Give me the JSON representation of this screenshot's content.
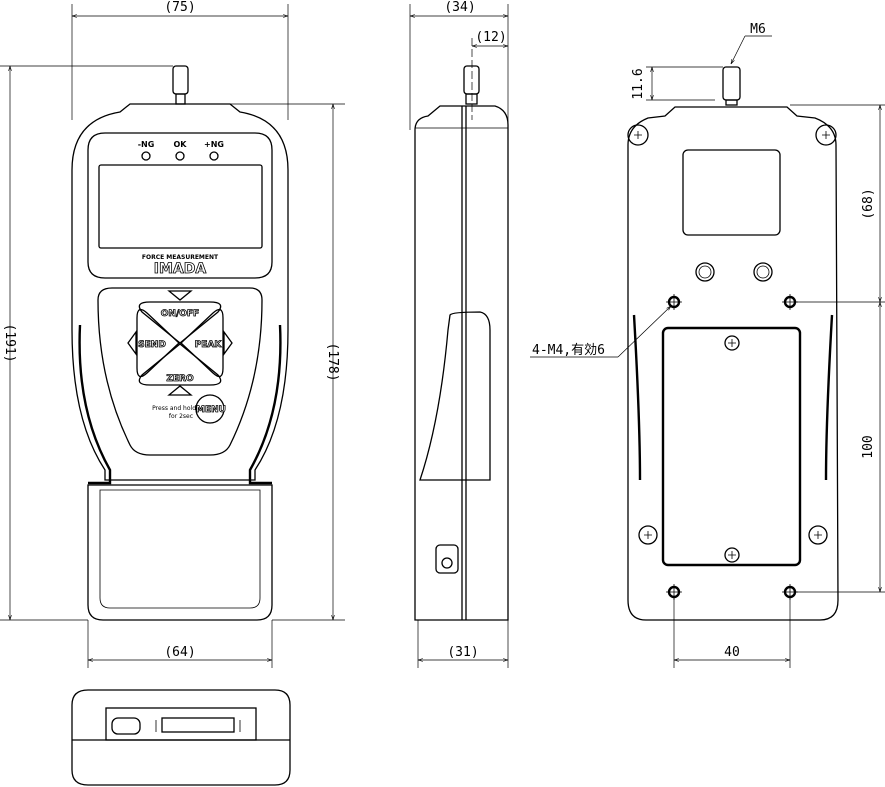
{
  "front_view": {
    "led_labels": [
      "-NG",
      "OK",
      "+NG"
    ],
    "brand_tagline": "FORCE MEASUREMENT",
    "brand": "IMADA",
    "keys": {
      "top": "ON/OFF",
      "left": "SEND",
      "right": "PEAK",
      "bottom": "ZERO",
      "menu": "MENU"
    },
    "menu_hint_line1": "Press and hold",
    "menu_hint_line2": "for 2sec",
    "dims": {
      "width": "(75)",
      "height": "(191)",
      "body_height": "(178)",
      "bottom_width": "(64)"
    }
  },
  "side_view": {
    "dims": {
      "depth": "(34)",
      "shaft_offset": "(12)",
      "bottom_depth": "(31)"
    }
  },
  "back_view": {
    "thread_label": "M6",
    "shaft_length": "11.6",
    "hole_note": "4-M4,有効6",
    "dims": {
      "top_to_holes": "(68)",
      "hole_pitch_vertical": "100",
      "hole_pitch_horizontal": "40"
    }
  }
}
